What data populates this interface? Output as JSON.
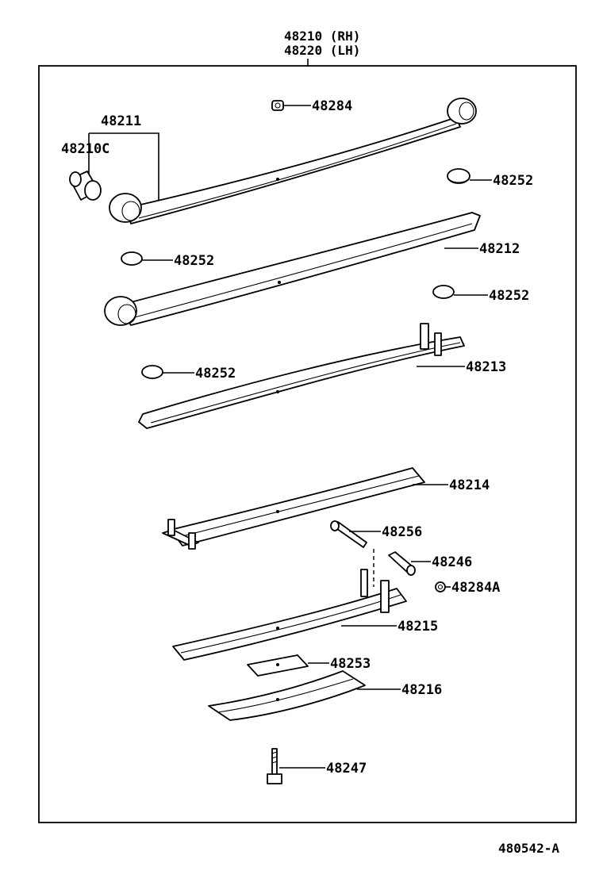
{
  "title": {
    "line1": "48210 (RH)",
    "line2": "48220 (LH)"
  },
  "reference": "480542-A",
  "callouts": {
    "c48284": "48284",
    "c48211": "48211",
    "c48210C": "48210C",
    "c48252_a": "48252",
    "c48212": "48212",
    "c48252_b": "48252",
    "c48252_c": "48252",
    "c48213": "48213",
    "c48252_d": "48252",
    "c48214": "48214",
    "c48256": "48256",
    "c48246": "48246",
    "c48284A": "48284A",
    "c48215": "48215",
    "c48253": "48253",
    "c48216": "48216",
    "c48247": "48247"
  }
}
